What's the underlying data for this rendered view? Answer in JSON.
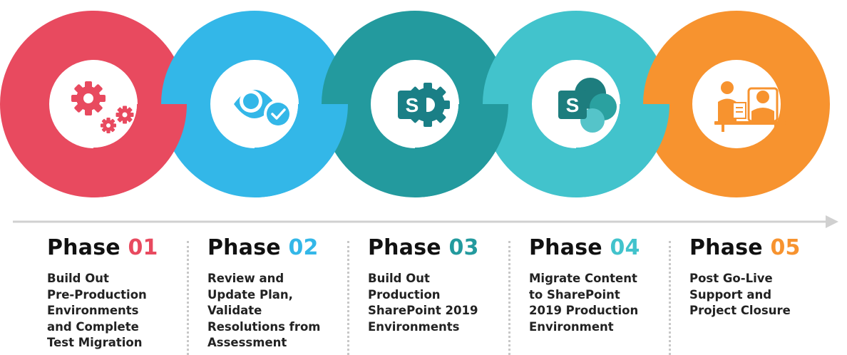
{
  "colors": {
    "phase1": "#E84A5F",
    "phase2": "#33B7E8",
    "phase3": "#239A9E",
    "phase4": "#42C3CC",
    "phase5": "#F7932F",
    "timeline": "#d0d0d0"
  },
  "phases": [
    {
      "label": "Phase",
      "number": "01",
      "icon": "gears-icon",
      "lines": [
        "Build Out",
        "Pre-Production",
        "Environments",
        "and Complete",
        "Test Migration"
      ]
    },
    {
      "label": "Phase",
      "number": "02",
      "icon": "eye-check-icon",
      "lines": [
        "Review and",
        "Update Plan,",
        "Validate",
        "Resolutions from",
        "Assessment"
      ]
    },
    {
      "label": "Phase",
      "number": "03",
      "icon": "sharepoint-gear-icon",
      "lines": [
        "Build Out",
        "Production",
        "SharePoint 2019",
        "Environments"
      ]
    },
    {
      "label": "Phase",
      "number": "04",
      "icon": "sharepoint-icon",
      "lines": [
        "Migrate Content",
        "to SharePoint",
        "2019 Production",
        "Environment"
      ]
    },
    {
      "label": "Phase",
      "number": "05",
      "icon": "support-meeting-icon",
      "lines": [
        "Post Go-Live",
        "Support and",
        "Project Closure"
      ]
    }
  ]
}
